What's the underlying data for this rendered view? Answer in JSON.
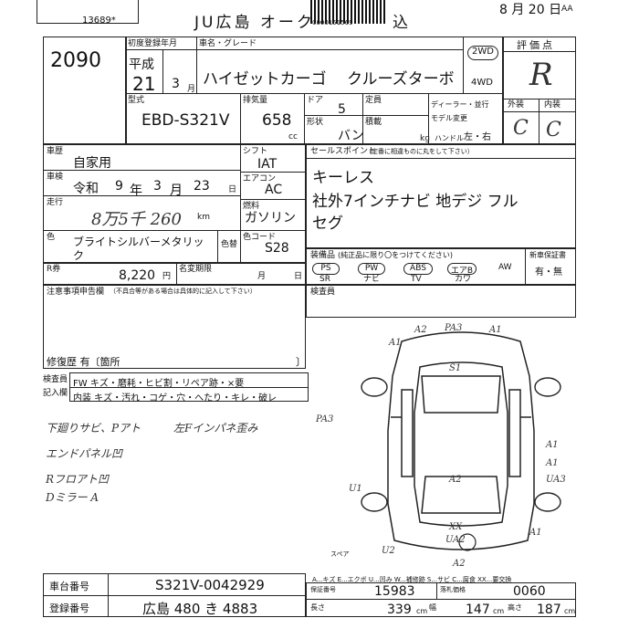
{
  "header": {
    "lot_top": "13689*",
    "auction_title": "JU広島 オーク",
    "redacted_number": "0000151569",
    "title_suffix": "込",
    "date": "8 月 20 日",
    "date_suffix": "AA"
  },
  "lot_number": "2090",
  "registration": {
    "label_first_reg": "初度登録年月",
    "era": "平成",
    "year": "21",
    "month": "3",
    "month_unit": "月"
  },
  "car": {
    "label_name": "車名・グレード",
    "name": "ハイゼットカーゴ",
    "grade": "クルーズターボ",
    "drive_2wd": "2WD",
    "drive_4wd": "4WD",
    "label_model": "型式",
    "model": "EBD-S321V",
    "label_displacement": "排気量",
    "displacement": "658",
    "cc_unit": "cc",
    "label_doors": "ドア",
    "doors": "5",
    "label_shape": "形状",
    "shape": "バン",
    "label_capacity": "定員",
    "label_load": "積載",
    "kg_unit": "kg",
    "label_handle": "ハンドル",
    "handle": "左・右",
    "label_dealer": "ディーラー・並行",
    "label_model_change": "モデル変更"
  },
  "score": {
    "label": "評価点",
    "value": "R",
    "label_exterior": "外装",
    "label_interior": "内装",
    "exterior": "C",
    "interior": "C"
  },
  "use": {
    "label_use": "車歴",
    "value": "自家用",
    "label_inspection": "車検",
    "inspection_era": "令和",
    "inspection_year": "9",
    "year_unit": "年",
    "inspection_month": "3",
    "month_unit": "月",
    "inspection_day": "23",
    "day_unit": "日",
    "label_mileage": "走行",
    "mileage": "8万5千 260",
    "km_unit": "km"
  },
  "shift": {
    "label_shift": "シフト",
    "shift": "IAT",
    "label_ac": "エアコン",
    "ac": "AC",
    "label_fuel": "燃料",
    "fuel": "ガソリン"
  },
  "color": {
    "label_color": "色",
    "value": "ブライトシルバーメタリック",
    "label_change": "色替",
    "label_code": "色コード",
    "code": "S28"
  },
  "recycle": {
    "label": "R券",
    "amount": "8,220",
    "yen": "円",
    "label_name_change": "名変期限",
    "month_unit": "月",
    "day_unit": "日"
  },
  "notes": {
    "label": "注意事項申告欄",
    "sub": "（不具合等がある場合は具体的に記入して下さい）",
    "repair_history": "修復歴 有〔箇所",
    "repair_close": "〕"
  },
  "sales_points": {
    "label": "セールスポイント",
    "sub": "（定番に相違ものに丸をして下さい）",
    "line1": "キーレス",
    "line2": "社外7インチナビ 地デジ フル",
    "line3": "セグ"
  },
  "equipment": {
    "label": "装備品",
    "sub": "(純正品に限り〇をつけてください)",
    "items_top": [
      "PS",
      "PW",
      "ABS",
      "エアB",
      "AW"
    ],
    "items_bottom": [
      "SR",
      "ナビ",
      "TV",
      "カワ"
    ],
    "label_new_car": "新車保証書",
    "new_car": "有・無"
  },
  "inspector_label": "検査員",
  "inspection_rows": {
    "label1": "検査員",
    "label2": "記入欄",
    "row1": "FW キズ・磨耗・ヒビ割・リペア跡・×要",
    "row2": "内装 キズ・汚れ・コゲ・穴・へたり・キレ・破レ"
  },
  "handwritten": {
    "n1": "下廻りサビ、Pアト",
    "n2": "エンドパネル凹",
    "n3": "Rフロアト凹",
    "n4": "Dミラー A",
    "n5": "左Fインパネ歪み"
  },
  "diagram_marks": [
    "A2",
    "PA3",
    "A1",
    "A1",
    "S1",
    "PA3",
    "A1",
    "A1",
    "U1",
    "UA3",
    "A2",
    "A1",
    "XX",
    "UA2",
    "U2",
    "A2",
    "スペア"
  ],
  "legend": "A...キズ E...エクボ U...凹み W...補修跡 S...サビ C...腐食 XX...要交換",
  "footer": {
    "label_chassis": "車台番号",
    "chassis": "S321V-0042929",
    "label_plate": "登録番号",
    "plate": "広島 480 き 4883",
    "label_reserve": "保証番号",
    "reserve": "15983",
    "label_auction_no": "落札価格",
    "auction_no": "0060",
    "label_length": "長さ",
    "length": "339",
    "label_width": "幅",
    "width": "147",
    "label_height": "高さ",
    "height": "187",
    "cm_unit": "cm"
  }
}
